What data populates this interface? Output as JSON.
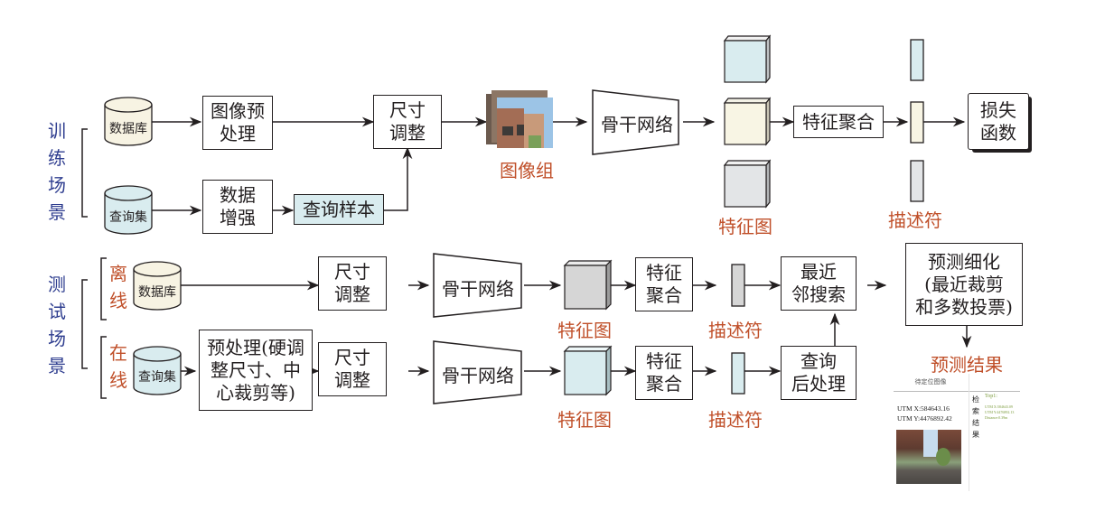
{
  "colors": {
    "database_fill": "#f7f3e3",
    "query_fill": "#d9ecef",
    "gray_fill": "#d6d6d6",
    "light_gray_fill": "#e3e5e7",
    "cream_fill": "#f8f5e4",
    "accent_red": "#c0502a",
    "accent_blue": "#2e3d8f"
  },
  "training": {
    "section_label": [
      "训",
      "练",
      "场",
      "景"
    ],
    "database": "数据库",
    "query_set": "查询集",
    "image_preprocess": [
      "图像预",
      "处理"
    ],
    "data_augment": [
      "数据",
      "增强"
    ],
    "query_sample": "查询样本",
    "resize": [
      "尺寸",
      "调整"
    ],
    "image_group_label": "图像组",
    "backbone": "骨干网络",
    "feature_map_label": "特征图",
    "feature_aggregation": "特征聚合",
    "descriptor_label": "描述符",
    "loss_function": [
      "损失",
      "函数"
    ]
  },
  "testing": {
    "section_label": [
      "测",
      "试",
      "场",
      "景"
    ],
    "offline_label": [
      "离",
      "线"
    ],
    "online_label": [
      "在",
      "线"
    ],
    "database": "数据库",
    "query_set": "查询集",
    "online_preprocess": [
      "预处理(硬调",
      "整尺寸、中",
      "心裁剪等)"
    ],
    "resize": [
      "尺寸",
      "调整"
    ],
    "backbone": "骨干网络",
    "feature_map_label": "特征图",
    "feature_aggregation": [
      "特征",
      "聚合"
    ],
    "descriptor_label": "描述符",
    "nn_search": [
      "最近",
      "邻搜索"
    ],
    "query_postprocess": [
      "查询",
      "后处理"
    ],
    "prediction_refine": [
      "预测细化",
      "(最近裁剪",
      "和多数投票)"
    ],
    "prediction_result_label": "预测结果"
  },
  "result_inset": {
    "title": "待定位图像",
    "utm_x": "UTM X:584643.16",
    "utm_y": "UTM Y:4476892.42",
    "retrieval_label": [
      "检",
      "索",
      "结",
      "果"
    ],
    "top1_label": "Top1:",
    "top1_lines": [
      "UTM X:584643.09",
      "UTM Y:4476892.13",
      "Distance:0.39m"
    ]
  }
}
